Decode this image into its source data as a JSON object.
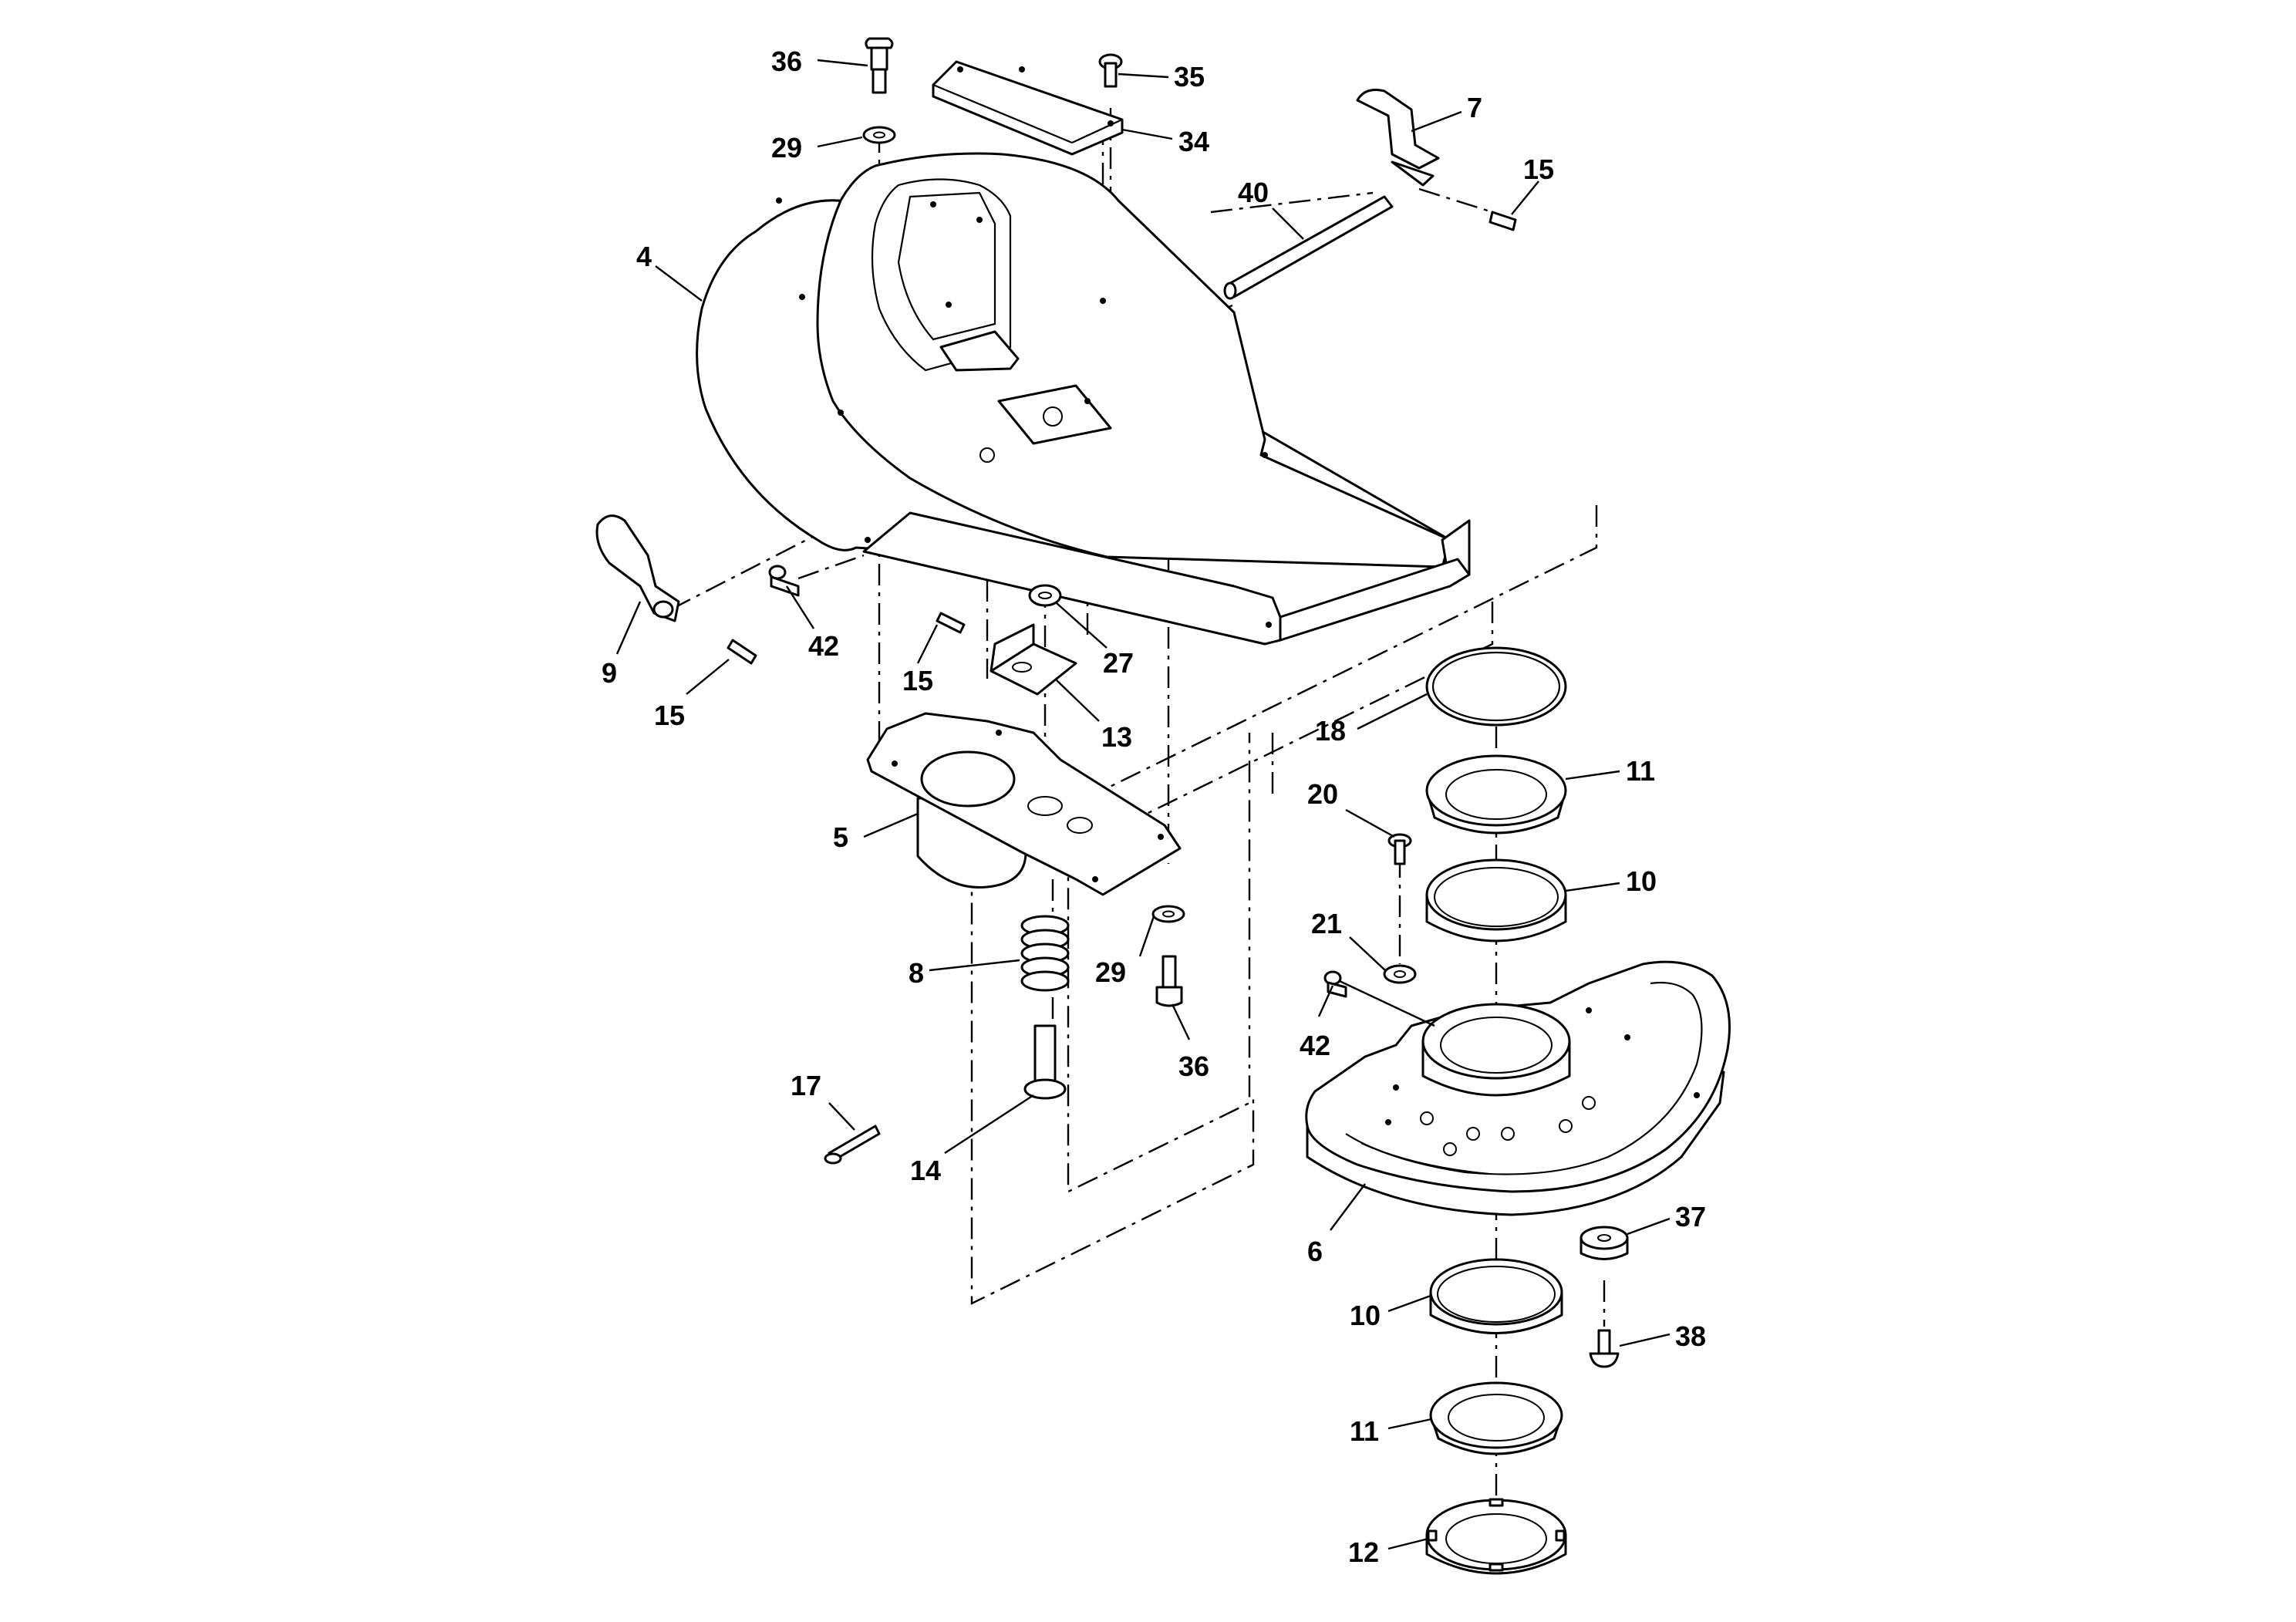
{
  "callouts": [
    {
      "id": "c36a",
      "label": "36"
    },
    {
      "id": "c35",
      "label": "35"
    },
    {
      "id": "c29a",
      "label": "29"
    },
    {
      "id": "c34",
      "label": "34"
    },
    {
      "id": "c7",
      "label": "7"
    },
    {
      "id": "c15a",
      "label": "15"
    },
    {
      "id": "c40",
      "label": "40"
    },
    {
      "id": "c4",
      "label": "4"
    },
    {
      "id": "c42a",
      "label": "42"
    },
    {
      "id": "c9",
      "label": "9"
    },
    {
      "id": "c15b",
      "label": "15"
    },
    {
      "id": "c15c",
      "label": "15"
    },
    {
      "id": "c27",
      "label": "27"
    },
    {
      "id": "c13",
      "label": "13"
    },
    {
      "id": "c18",
      "label": "18"
    },
    {
      "id": "c11a",
      "label": "11"
    },
    {
      "id": "c5",
      "label": "5"
    },
    {
      "id": "c20",
      "label": "20"
    },
    {
      "id": "c10a",
      "label": "10"
    },
    {
      "id": "c21",
      "label": "21"
    },
    {
      "id": "c8",
      "label": "8"
    },
    {
      "id": "c29b",
      "label": "29"
    },
    {
      "id": "c42b",
      "label": "42"
    },
    {
      "id": "c36b",
      "label": "36"
    },
    {
      "id": "c17",
      "label": "17"
    },
    {
      "id": "c14",
      "label": "14"
    },
    {
      "id": "c6",
      "label": "6"
    },
    {
      "id": "c37",
      "label": "37"
    },
    {
      "id": "c10b",
      "label": "10"
    },
    {
      "id": "c38",
      "label": "38"
    },
    {
      "id": "c11b",
      "label": "11"
    },
    {
      "id": "c12",
      "label": "12"
    }
  ]
}
